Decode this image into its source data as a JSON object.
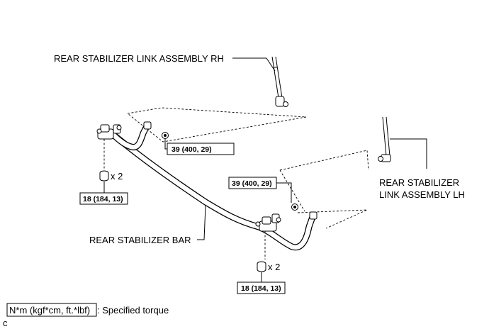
{
  "labels": {
    "link_rh": "REAR STABILIZER LINK ASSEMBLY RH",
    "link_lh_line1": "REAR STABILIZER",
    "link_lh_line2": "LINK ASSEMBLY LH",
    "bar": "REAR STABILIZER BAR"
  },
  "torques": {
    "nut_upper": "39 (400, 29)",
    "nut_lower": "39 (400, 29)",
    "bolt_left": "18 (184, 13)",
    "bolt_right": "18 (184, 13)"
  },
  "quantities": {
    "bolt_left": "x 2",
    "bolt_right": "x 2"
  },
  "legend": {
    "unit": "N*m (kgf*cm, ft.*lbf)",
    "description": ": Specified torque"
  },
  "footer_code": "c"
}
